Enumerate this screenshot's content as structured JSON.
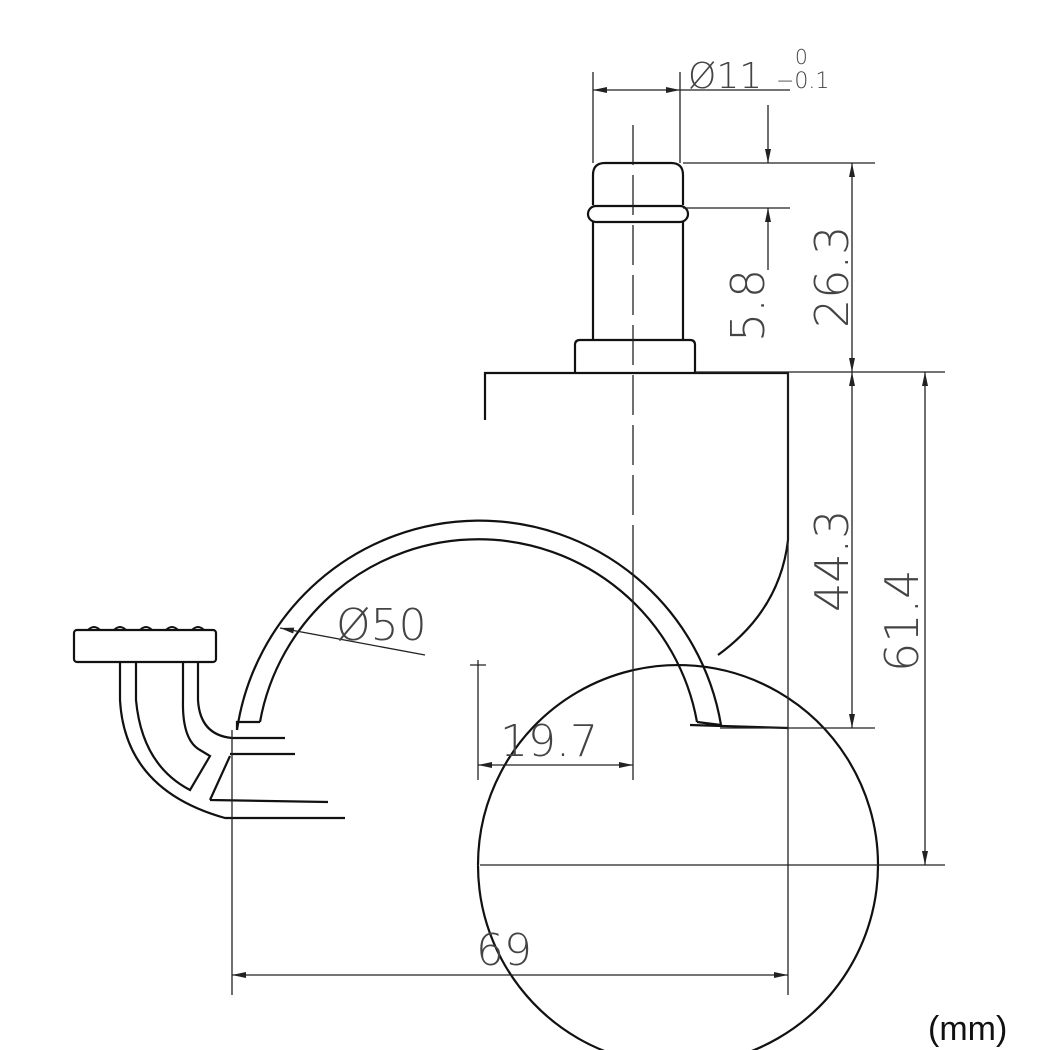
{
  "title": "Caster wheel dimensional drawing",
  "dimensions": {
    "stem_diameter": "Ø11",
    "stem_tol_upper": "0",
    "stem_tol_lower": "−0.1",
    "groove_offset": "5.8",
    "stem_length": "26.3",
    "housing_height": "44.3",
    "total_height": "61.4",
    "wheel_diameter": "Ø50",
    "offset": "19.7",
    "total_width": "69"
  },
  "unit": "(mm)",
  "colors": {
    "line": "#111111",
    "dim_text": "#444444"
  }
}
